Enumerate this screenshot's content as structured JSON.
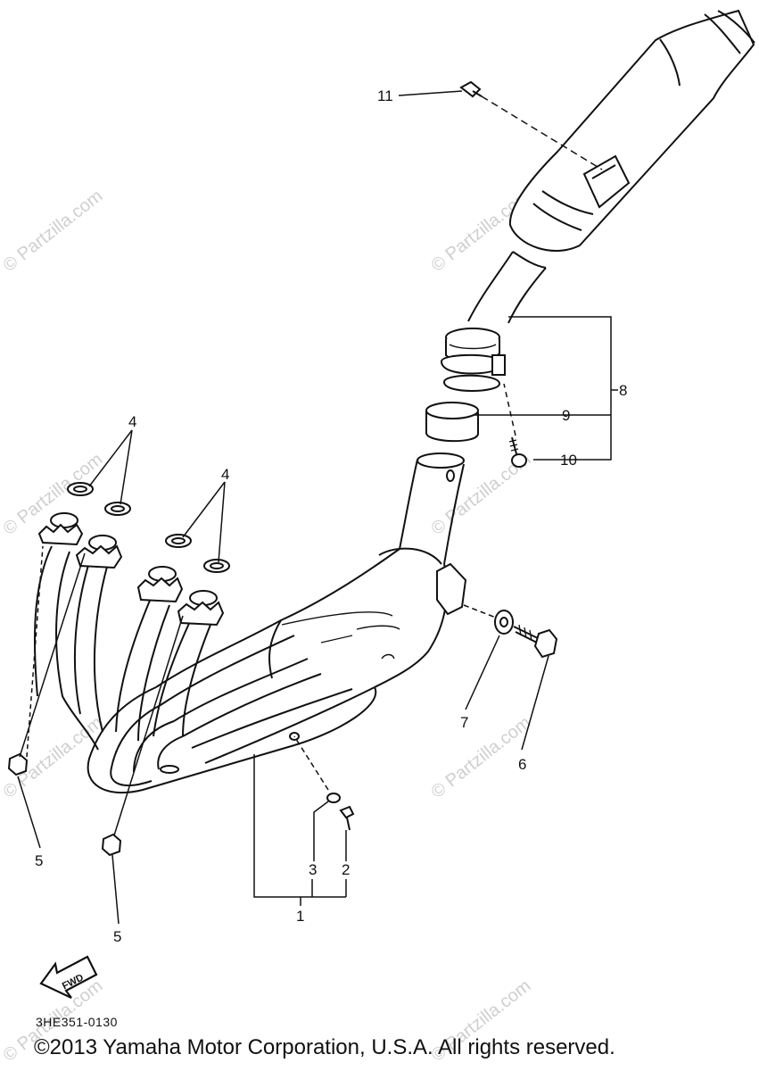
{
  "callouts": {
    "c1": "1",
    "c2": "2",
    "c3": "3",
    "c4a": "4",
    "c4b": "4",
    "c5a": "5",
    "c5b": "5",
    "c6": "6",
    "c7": "7",
    "c8": "8",
    "c9": "9",
    "c10": "10",
    "c11": "11"
  },
  "fwd_badge": "FWD",
  "watermark": "© Partzilla.com",
  "diagram_code": "3HE351-0130",
  "copyright": "©2013  Yamaha Motor Corporation, U.S.A. All rights reserved.",
  "colors": {
    "line": "#111111",
    "watermark": "#cfcfcf",
    "background": "#ffffff"
  }
}
